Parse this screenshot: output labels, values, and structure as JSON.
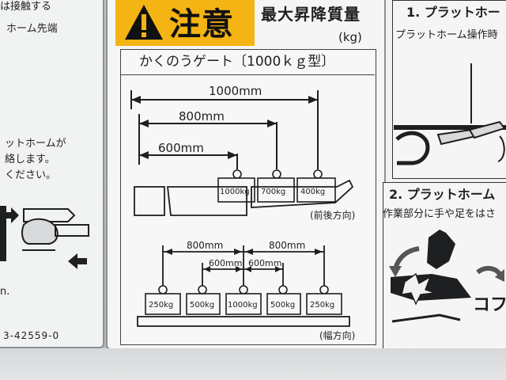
{
  "center": {
    "caution_word": "注意",
    "max_load_title": "最大昇降質量",
    "max_load_unit": "(kg)",
    "gate_title": "かくのうゲート〔1000ｋｇ型〕",
    "front_back": {
      "distances": [
        "1000mm",
        "800mm",
        "600mm"
      ],
      "weights": [
        "1000kg",
        "700kg",
        "400kg"
      ],
      "direction_label": "(前後方向)"
    },
    "width": {
      "distances_outer": [
        "800mm",
        "800mm"
      ],
      "distances_inner": [
        "600mm",
        "600mm"
      ],
      "weights": [
        "250kg",
        "500kg",
        "1000kg",
        "500kg",
        "250kg"
      ],
      "direction_label": "(幅方向)"
    }
  },
  "left": {
    "lines": [
      "は接触する",
      "ホーム先端",
      "ットホームが",
      "絡します。",
      "ください。",
      "n."
    ],
    "part_number": "3-42559-0"
  },
  "right": {
    "section1_title": "1. プラットホー",
    "section1_text": "プラットホーム操作時",
    "section2_title": "2. プラットホーム",
    "section2_text": "作業部分に手や足をはさ",
    "brand_partial": "コフ"
  },
  "colors": {
    "caution_yellow": "#f4b414",
    "panel": "#f1f2f2",
    "ink": "#1e1f21"
  }
}
